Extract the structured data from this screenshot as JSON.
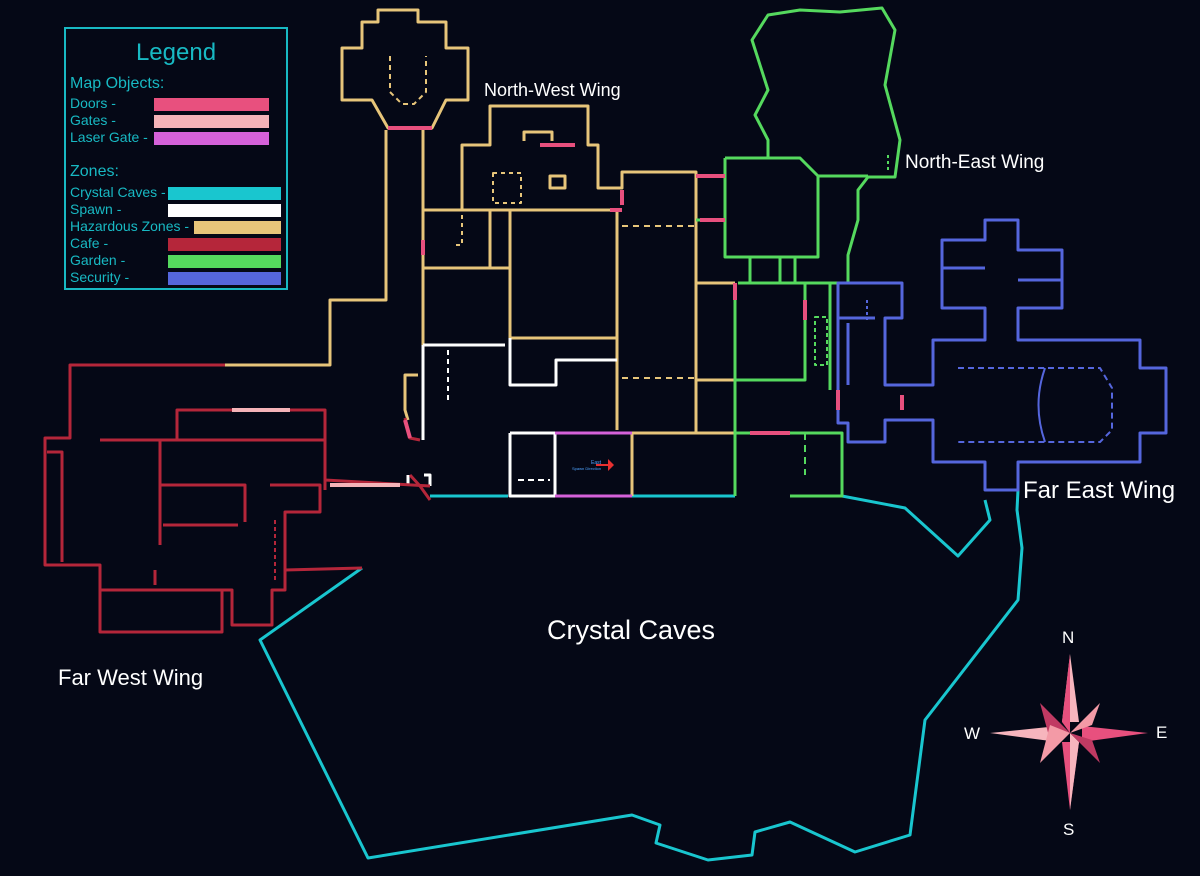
{
  "legend": {
    "title": "Legend",
    "map_objects_heading": "Map Objects:",
    "map_objects": [
      {
        "label": "Doors -",
        "color": "#e8507e"
      },
      {
        "label": "Gates -",
        "color": "#f5b3b8"
      },
      {
        "label": "Laser Gate -",
        "color": "#d561d9"
      }
    ],
    "zones_heading": "Zones:",
    "zones": [
      {
        "label": "Crystal Caves -",
        "color": "#19c6cf"
      },
      {
        "label": "Spawn -",
        "color": "#ffffff"
      },
      {
        "label": "Hazardous Zones -",
        "color": "#e7c57a"
      },
      {
        "label": "Cafe -",
        "color": "#b5263a"
      },
      {
        "label": "Garden -",
        "color": "#55d95e"
      },
      {
        "label": "Security -",
        "color": "#5566dd"
      }
    ]
  },
  "area_labels": {
    "north_west_wing": "North-West Wing",
    "north_east_wing": "North-East Wing",
    "far_east_wing": "Far East Wing",
    "crystal_caves": "Crystal Caves",
    "far_west_wing": "Far West Wing"
  },
  "spawn_marker": {
    "line1": "East",
    "line2": "Spawn Direction"
  },
  "compass": {
    "n": "N",
    "s": "S",
    "e": "E",
    "w": "W"
  }
}
